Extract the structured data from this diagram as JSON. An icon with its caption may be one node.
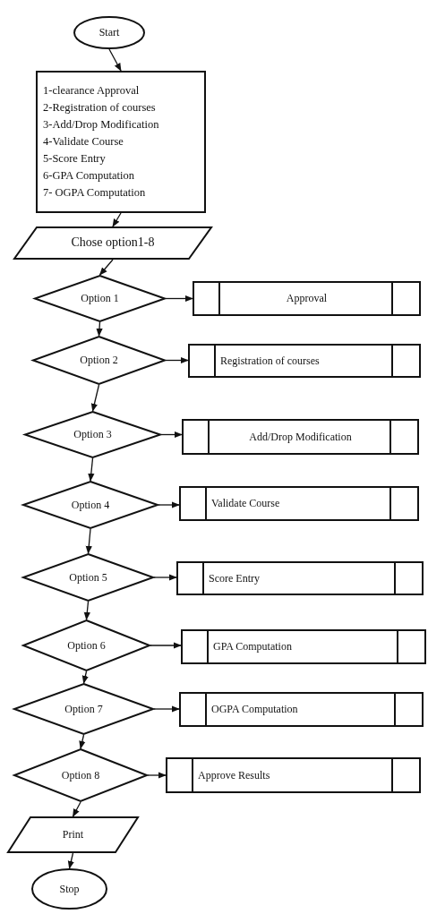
{
  "diagram": {
    "nodes": [
      {
        "text": [
          "Start"
        ]
      },
      {
        "text": [
          "1-clearance Approval",
          "2-Registration of courses",
          "3-Add/Drop Modification",
          "4-Validate Course",
          "5-Score Entry",
          "6-GPA Computation",
          "7- OGPA Computation"
        ]
      },
      {
        "text": [
          "Chose option1-8"
        ]
      },
      {
        "text": [
          "Option 1"
        ]
      },
      {
        "text": [
          "Approval"
        ]
      },
      {
        "text": [
          "Option 2"
        ]
      },
      {
        "text": [
          "Registration of courses"
        ]
      },
      {
        "text": [
          "Option 3"
        ]
      },
      {
        "text": [
          "Add/Drop Modification"
        ]
      },
      {
        "text": [
          "Option 4"
        ]
      },
      {
        "text": [
          "Validate Course"
        ]
      },
      {
        "text": [
          "Option 5"
        ]
      },
      {
        "text": [
          "Score Entry"
        ]
      },
      {
        "text": [
          "Option 6"
        ]
      },
      {
        "text": [
          "GPA Computation"
        ]
      },
      {
        "text": [
          "Option 7"
        ]
      },
      {
        "text": [
          "OGPA Computation"
        ]
      },
      {
        "text": [
          "Option 8"
        ]
      },
      {
        "text": [
          "Approve Results"
        ]
      },
      {
        "text": [
          "Print"
        ]
      },
      {
        "text": [
          "Stop"
        ]
      }
    ],
    "edges": [
      {
        "from": 0,
        "to": 1,
        "arrow": "to"
      },
      {
        "from": 1,
        "to": 2,
        "arrow": "to"
      },
      {
        "from": 2,
        "to": 3,
        "arrow": "to"
      },
      {
        "from": 3,
        "to": 4,
        "arrow": "to"
      },
      {
        "from": 3,
        "to": 5,
        "arrow": "to"
      },
      {
        "from": 5,
        "to": 6,
        "arrow": "to"
      },
      {
        "from": 5,
        "to": 7,
        "arrow": "to"
      },
      {
        "from": 7,
        "to": 8,
        "arrow": "to"
      },
      {
        "from": 7,
        "to": 9,
        "arrow": "to"
      },
      {
        "from": 9,
        "to": 10,
        "arrow": "to"
      },
      {
        "from": 9,
        "to": 11,
        "arrow": "to"
      },
      {
        "from": 11,
        "to": 12,
        "arrow": "to"
      },
      {
        "from": 11,
        "to": 13,
        "arrow": "to"
      },
      {
        "from": 13,
        "to": 14,
        "arrow": "to"
      },
      {
        "from": 13,
        "to": 15,
        "arrow": "to"
      },
      {
        "from": 15,
        "to": 16,
        "arrow": "to"
      },
      {
        "from": 15,
        "to": 17,
        "arrow": "to"
      },
      {
        "from": 17,
        "to": 18,
        "arrow": "to"
      },
      {
        "from": 17,
        "to": 19,
        "arrow": "to"
      },
      {
        "from": 19,
        "to": 20,
        "arrow": "to"
      }
    ]
  }
}
